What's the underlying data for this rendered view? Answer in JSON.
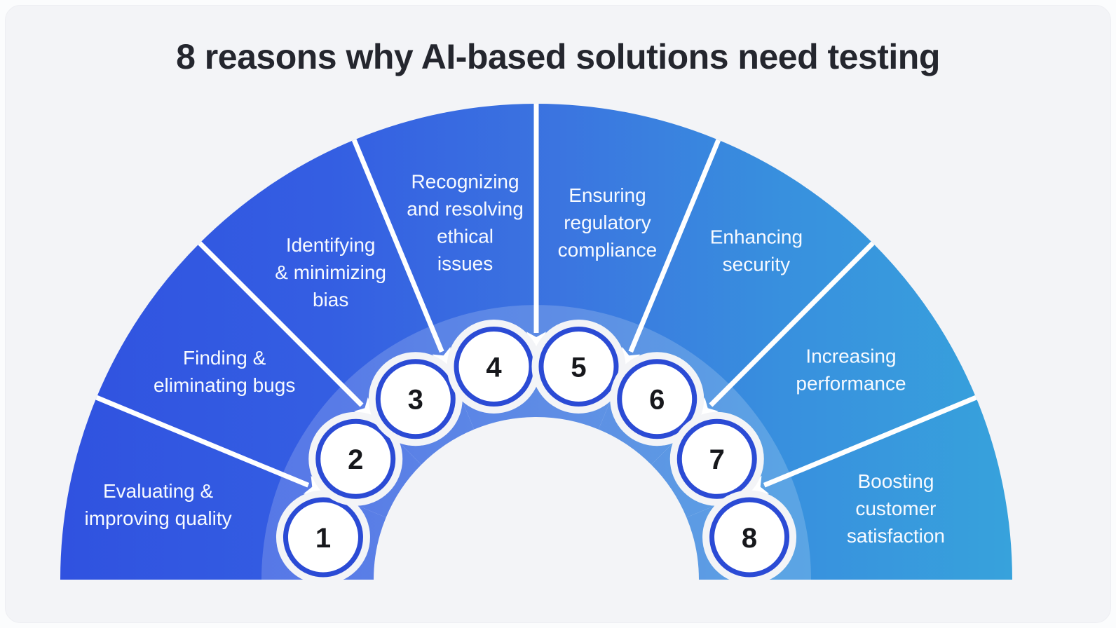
{
  "title": "8 reasons why AI-based solutions need testing",
  "diagram_type": "semicircular-fan",
  "reasons": [
    {
      "number": "1",
      "label": "Evaluating & improving quality",
      "lines": [
        "Evaluating &",
        "improving quality"
      ]
    },
    {
      "number": "2",
      "label": "Finding & eliminating bugs",
      "lines": [
        "Finding &",
        "eliminating bugs"
      ]
    },
    {
      "number": "3",
      "label": "Identifying & minimizing bias",
      "lines": [
        "Identifying",
        "& minimizing",
        "bias"
      ]
    },
    {
      "number": "4",
      "label": "Recognizing and resolving ethical issues",
      "lines": [
        "Recognizing",
        "and resolving",
        "ethical",
        "issues"
      ]
    },
    {
      "number": "5",
      "label": "Ensuring regulatory compliance",
      "lines": [
        "Ensuring",
        "regulatory",
        "compliance"
      ]
    },
    {
      "number": "6",
      "label": "Enhancing security",
      "lines": [
        "Enhancing",
        "security"
      ]
    },
    {
      "number": "7",
      "label": "Increasing performance",
      "lines": [
        "Increasing",
        "performance"
      ]
    },
    {
      "number": "8",
      "label": "Boosting customer satisfaction",
      "lines": [
        "Boosting",
        "customer",
        "satisfaction"
      ]
    }
  ],
  "colors": {
    "gradient_stops": [
      "#3052E0",
      "#345EE2",
      "#3B74E0",
      "#3890DE",
      "#37A2DC"
    ],
    "band_overlay": "rgba(255,255,255,0.18)",
    "separator": "#FFFFFF",
    "circle_border": "#2B4BD5",
    "circle_fill": "#FFFFFF",
    "circle_halo": "#F3F4F7",
    "number_text": "#17181C",
    "label_text": "#F7FAFF",
    "title_text": "#24262E",
    "panel_bg": "#F3F4F7",
    "page_bg": "#FBFCFD"
  }
}
